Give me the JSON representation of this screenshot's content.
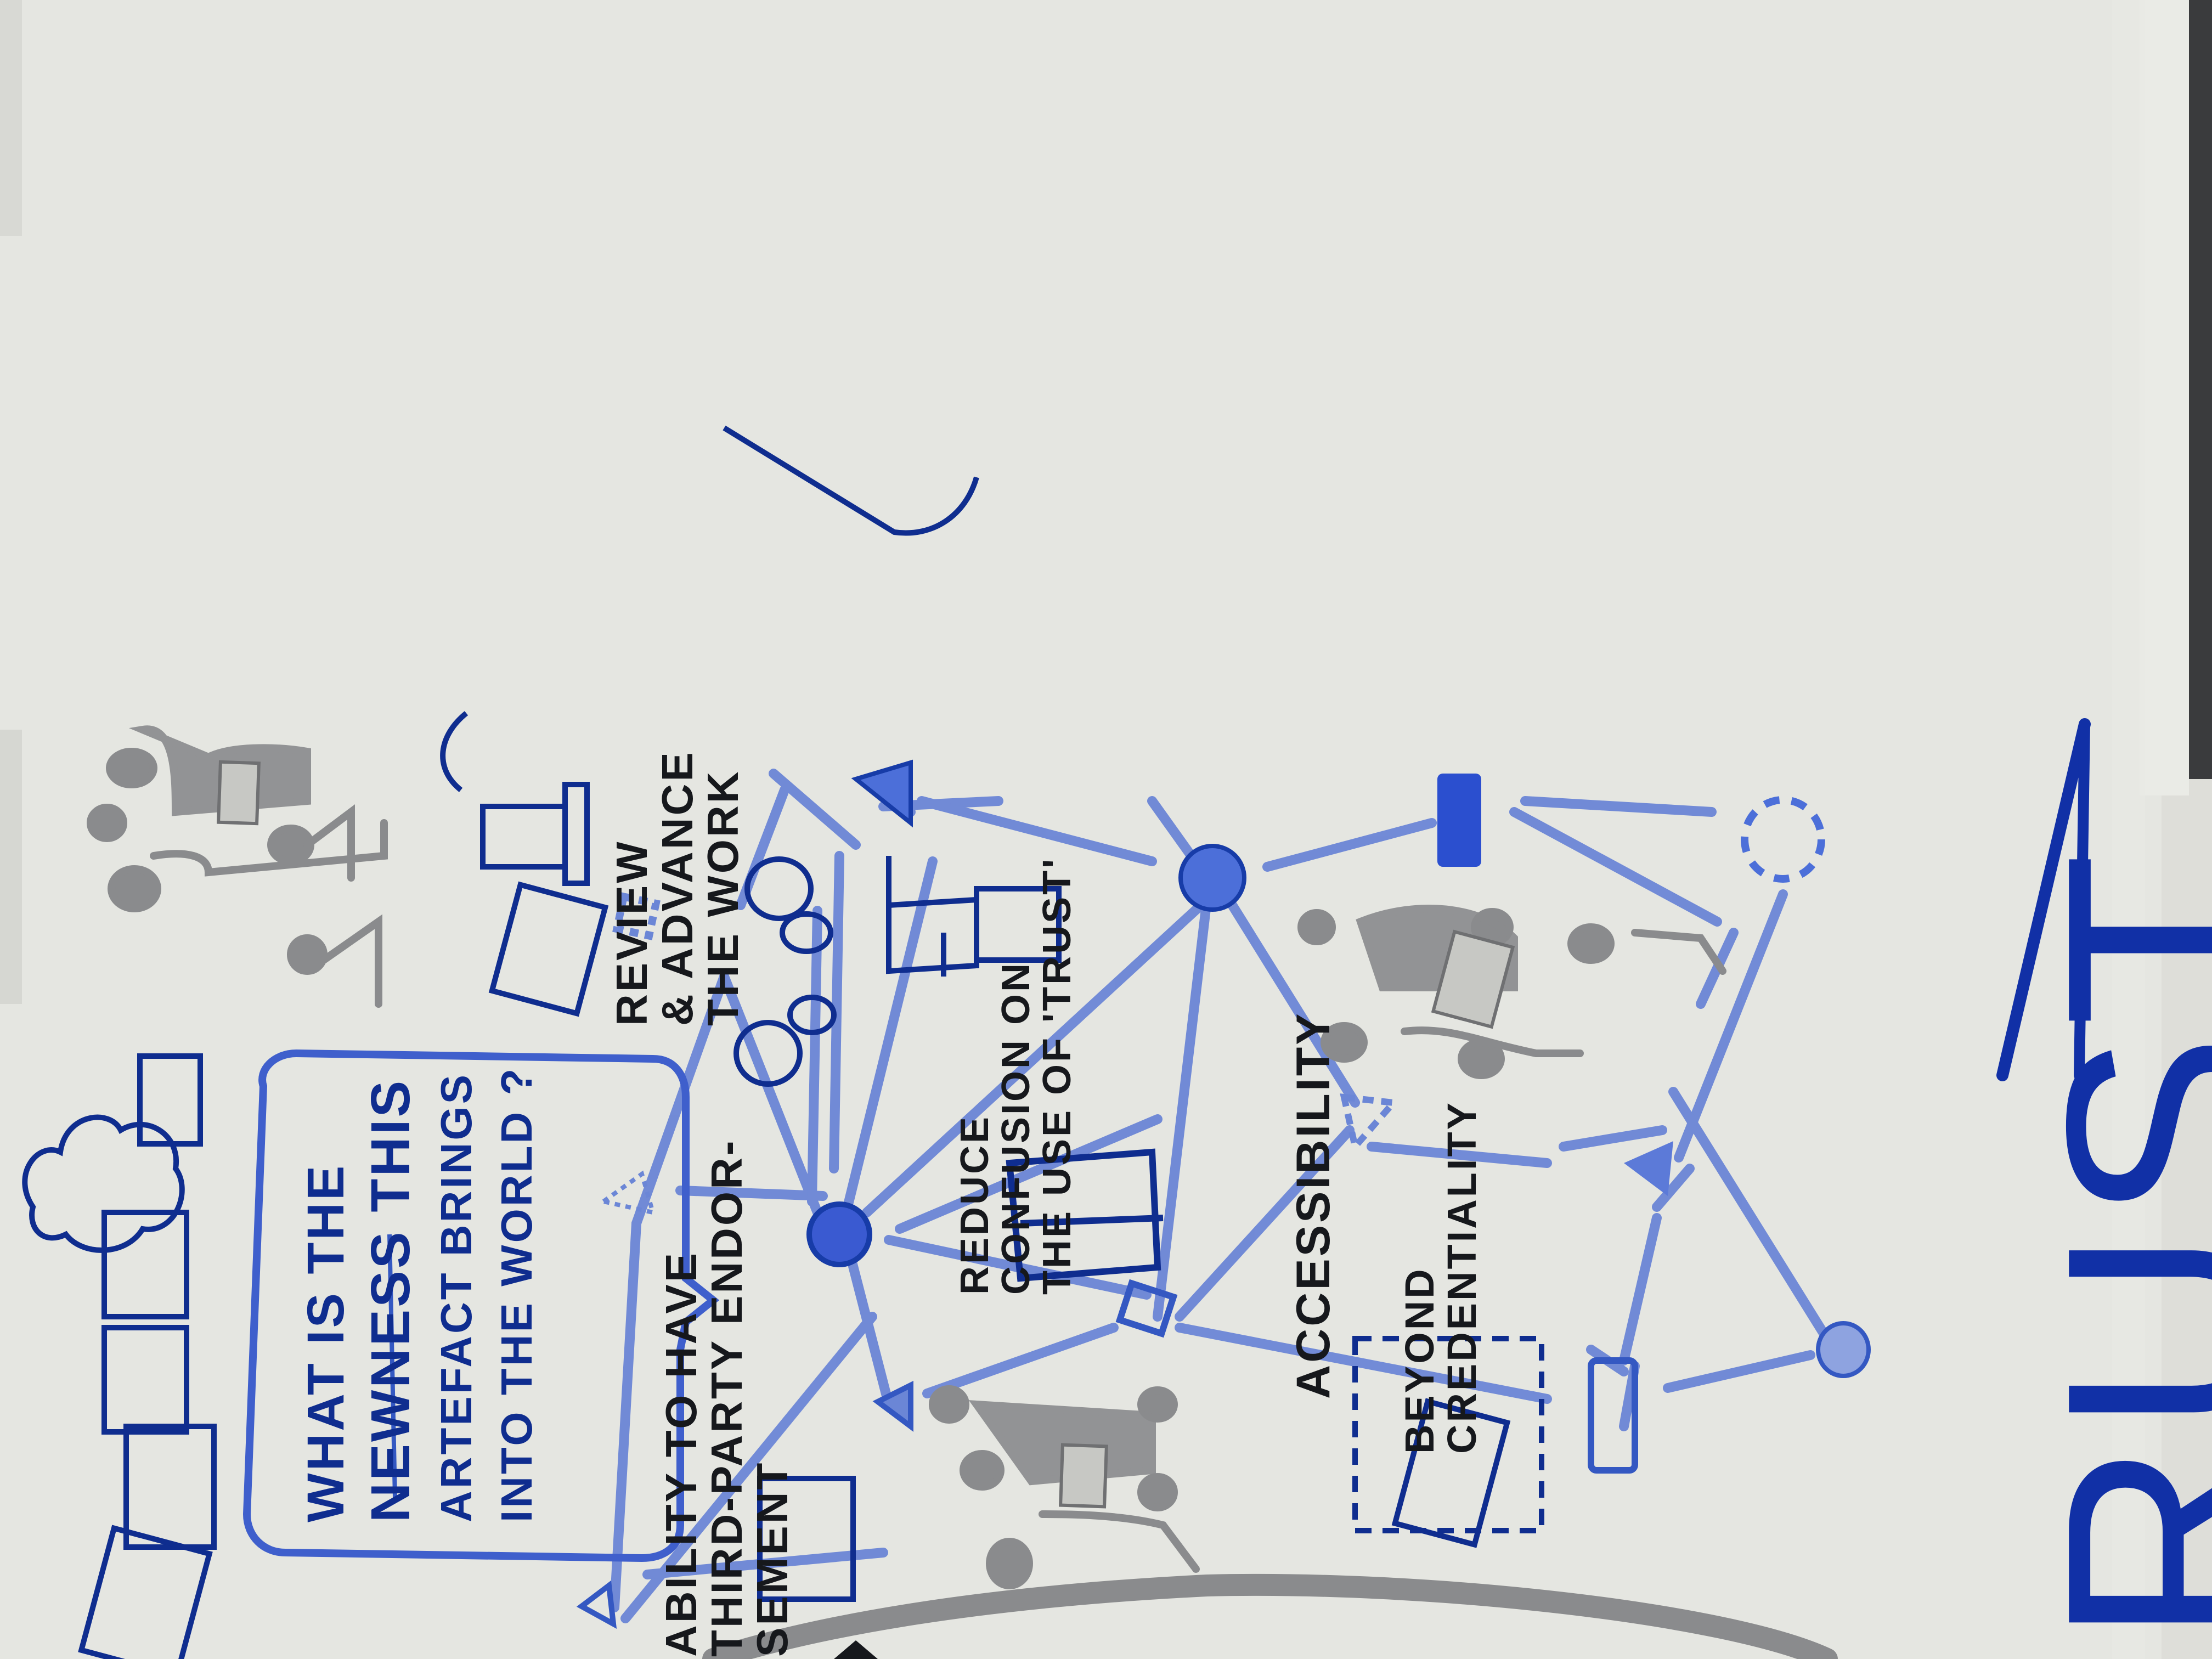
{
  "question": {
    "line1": "WHAT IS THE",
    "line2": "NEWNESS THIS",
    "line3": "ARTEFACT BRINGS",
    "line4": "INTO THE WORLD ?"
  },
  "labels": {
    "review": "REVIEW\n& ADVANCE\nTHE WORK",
    "confusion": "REDUCE\nCONFUSION ON\nTHE USE OF 'TRUST'",
    "endorsement": "ABILITY to HAVE\nTHIRD-PARTY ENDOR-\nSEMENT",
    "accessibility": "ACCESSIBILITY",
    "credentiality": "BEYOND\nCREDENTIALITY"
  },
  "title": "RUST",
  "colors": {
    "paper": "#e5e6e1",
    "backdrop": "#3a3b3d",
    "navy_marker": "#0f2d8f",
    "light_blue_marker": "#6b86d6",
    "grey_marker": "#8a8b8d",
    "black_marker": "#16181c"
  },
  "icons": [
    "question-bubble",
    "laptop-icon",
    "document-icon",
    "cloud-icon",
    "globe-icon",
    "book-icon",
    "server-icon",
    "people-figures",
    "speech-bubble-icon"
  ]
}
